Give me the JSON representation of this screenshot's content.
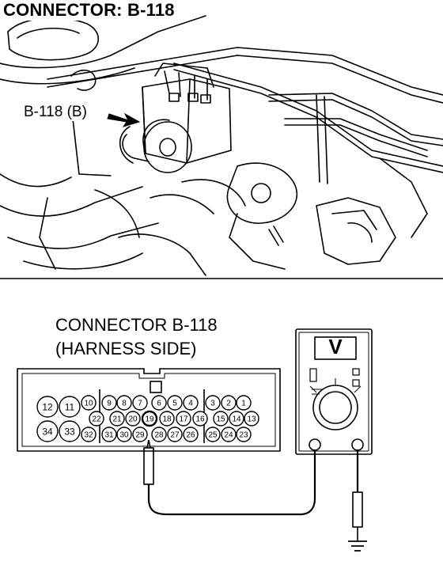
{
  "title": "CONNECTOR: B-118",
  "photo": {
    "callout_label": "B-118 (B)"
  },
  "connector": {
    "label_line1": "CONNECTOR B-118",
    "label_line2": "(HARNESS SIDE)",
    "large_pins": [
      "12",
      "11",
      "34",
      "33"
    ],
    "row1": [
      "10",
      "9",
      "8",
      "7",
      "6",
      "5",
      "4",
      "3",
      "2",
      "1"
    ],
    "row2": [
      "22",
      "21",
      "20",
      "19",
      "18",
      "17",
      "16",
      "15",
      "14",
      "13"
    ],
    "row3": [
      "32",
      "31",
      "30",
      "29",
      "28",
      "27",
      "26",
      "25",
      "24",
      "23"
    ],
    "probe_pin": "19"
  },
  "meter": {
    "mode_glyph": "V"
  }
}
